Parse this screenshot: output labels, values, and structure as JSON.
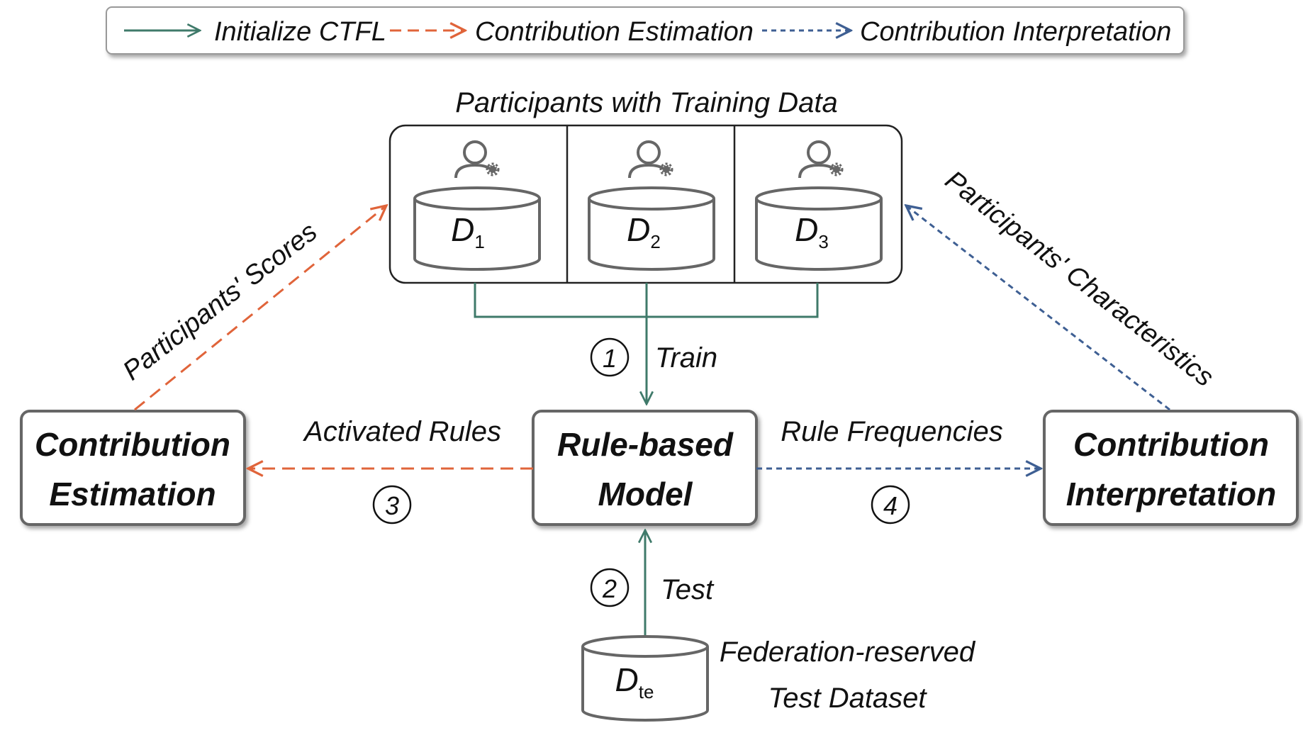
{
  "legend": {
    "items": [
      {
        "label": "Initialize CTFL",
        "color": "#3f7a6a",
        "style": "solid"
      },
      {
        "label": "Contribution Estimation",
        "color": "#e0643a",
        "style": "dashed"
      },
      {
        "label": "Contribution Interpretation",
        "color": "#3e5f93",
        "style": "dotted"
      }
    ]
  },
  "participants": {
    "title": "Participants with Training Data",
    "databases": [
      {
        "letter": "D",
        "sub": "1"
      },
      {
        "letter": "D",
        "sub": "2"
      },
      {
        "letter": "D",
        "sub": "3"
      }
    ]
  },
  "steps": {
    "train": {
      "num": "1",
      "label": "Train"
    },
    "test": {
      "num": "2",
      "label": "Test"
    },
    "activated": {
      "num": "3",
      "label": "Activated Rules"
    },
    "frequencies": {
      "num": "4",
      "label": "Rule Frequencies"
    }
  },
  "nodes": {
    "estimation": {
      "line1": "Contribution",
      "line2": "Estimation"
    },
    "model": {
      "line1": "Rule-based",
      "line2": "Model"
    },
    "interpretation": {
      "line1": "Contribution",
      "line2": "Interpretation"
    }
  },
  "edges": {
    "scores": "Participants' Scores",
    "characteristics": "Participants' Characteristics"
  },
  "test_db": {
    "letter": "D",
    "sub": "te",
    "label_line1": "Federation-reserved",
    "label_line2": "Test Dataset"
  },
  "colors": {
    "green": "#3f7a6a",
    "orange": "#e0643a",
    "blue": "#3e5f93",
    "border": "#555555"
  }
}
